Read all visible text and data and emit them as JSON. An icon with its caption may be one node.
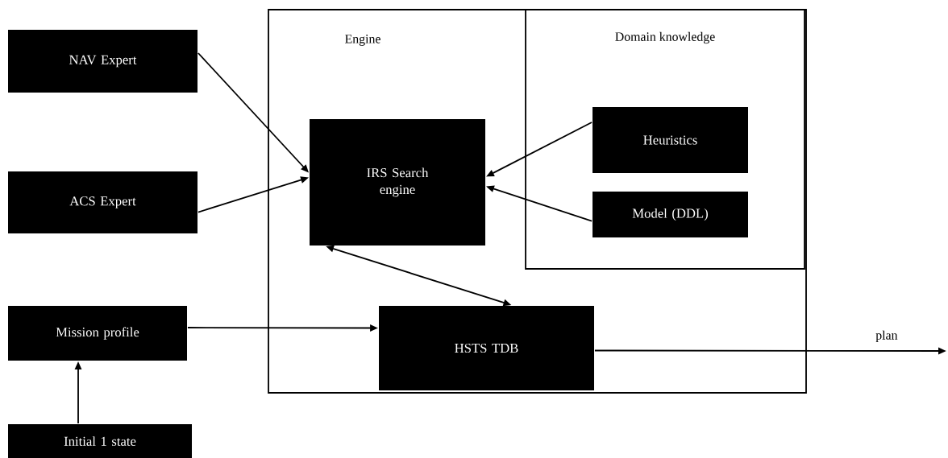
{
  "diagram": {
    "nodes": [
      {
        "text": [
          "Engine"
        ]
      },
      {
        "text": [
          "Domain knowledge"
        ],
        "in": 0
      },
      {
        "text": [
          "NAV Expert"
        ]
      },
      {
        "text": [
          "ACS Expert"
        ]
      },
      {
        "text": [
          "IRS Search engine"
        ],
        "in": 0
      },
      {
        "text": [
          "Heuristics"
        ],
        "in": 1
      },
      {
        "text": [
          "Model (DDL)"
        ],
        "in": 1
      },
      {
        "text": [
          "Mission profile"
        ]
      },
      {
        "text": [
          "HSTS TDB"
        ],
        "in": 0
      },
      {
        "text": [
          "Initial 1 state"
        ]
      }
    ],
    "edges": [
      {
        "from": 2,
        "to": 4,
        "arrow": "to"
      },
      {
        "from": 3,
        "to": 4,
        "arrow": "to"
      },
      {
        "from": 5,
        "to": 4,
        "arrow": "to"
      },
      {
        "from": 6,
        "to": 4,
        "arrow": "to"
      },
      {
        "from": 4,
        "to": 8,
        "arrow": "both"
      },
      {
        "from": 7,
        "to": 8,
        "arrow": "to"
      },
      {
        "from": 9,
        "to": 7,
        "arrow": "to"
      },
      {
        "from": 8,
        "to": null,
        "arrow": "to",
        "label": "plan"
      }
    ]
  }
}
